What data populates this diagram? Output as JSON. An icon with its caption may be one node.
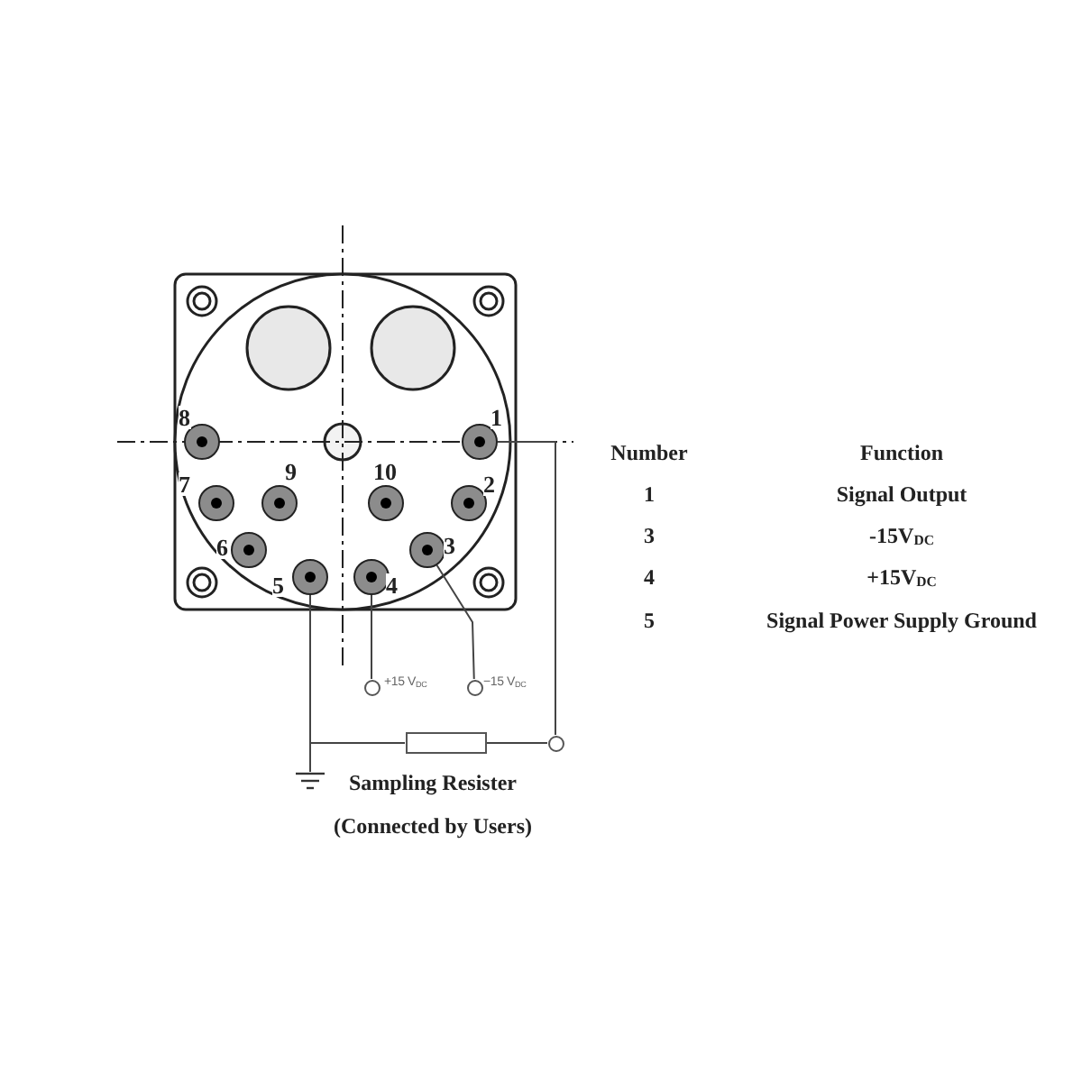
{
  "diagram": {
    "nodes": [
      {
        "text": [],
        "shape": "circle",
        "beside": [
          "8"
        ]
      },
      {
        "text": [],
        "shape": "circle",
        "beside": [
          "1"
        ]
      },
      {
        "text": [],
        "shape": "circle",
        "beside": [
          "7"
        ]
      },
      {
        "text": [],
        "shape": "circle",
        "beside": [
          "9"
        ]
      },
      {
        "text": [],
        "shape": "circle",
        "beside": [
          "10"
        ]
      },
      {
        "text": [],
        "shape": "circle",
        "beside": [
          "2"
        ]
      },
      {
        "text": [],
        "shape": "circle",
        "beside": [
          "6"
        ]
      },
      {
        "text": [],
        "shape": "circle",
        "beside": [
          "3"
        ]
      },
      {
        "text": [],
        "shape": "circle",
        "beside": [
          "5"
        ]
      },
      {
        "text": [],
        "shape": "circle",
        "beside": [
          "4"
        ]
      },
      {
        "text": [],
        "shape": "circle",
        "beside": [
          "+15 V$_{DC}$"
        ]
      },
      {
        "text": [],
        "shape": "circle",
        "beside": [
          "−15 V$_{DC}$"
        ]
      },
      {
        "text": [],
        "shape": "box",
        "beside": [
          "Sampling Resister",
          "(Connected by Users)"
        ]
      },
      {
        "text": [],
        "shape": "circle"
      },
      {
        "text": [],
        "shape": "ground"
      }
    ],
    "edges": [
      {
        "from": 1,
        "to": 13,
        "arrow": "none"
      },
      {
        "from": 9,
        "to": 10,
        "arrow": "none"
      },
      {
        "from": 7,
        "to": 11,
        "arrow": "none"
      },
      {
        "from": 8,
        "to": 14,
        "arrow": "none"
      },
      {
        "from": 12,
        "to": 14,
        "arrow": "none"
      },
      {
        "from": 12,
        "to": 13,
        "arrow": "none"
      }
    ],
    "labels": [
      "Number",
      "Function",
      "1",
      "Signal Output",
      "3",
      "-15V$_{DC}$",
      "4",
      "+15V$_{DC}$",
      "5",
      "Signal Power Supply Ground"
    ]
  }
}
